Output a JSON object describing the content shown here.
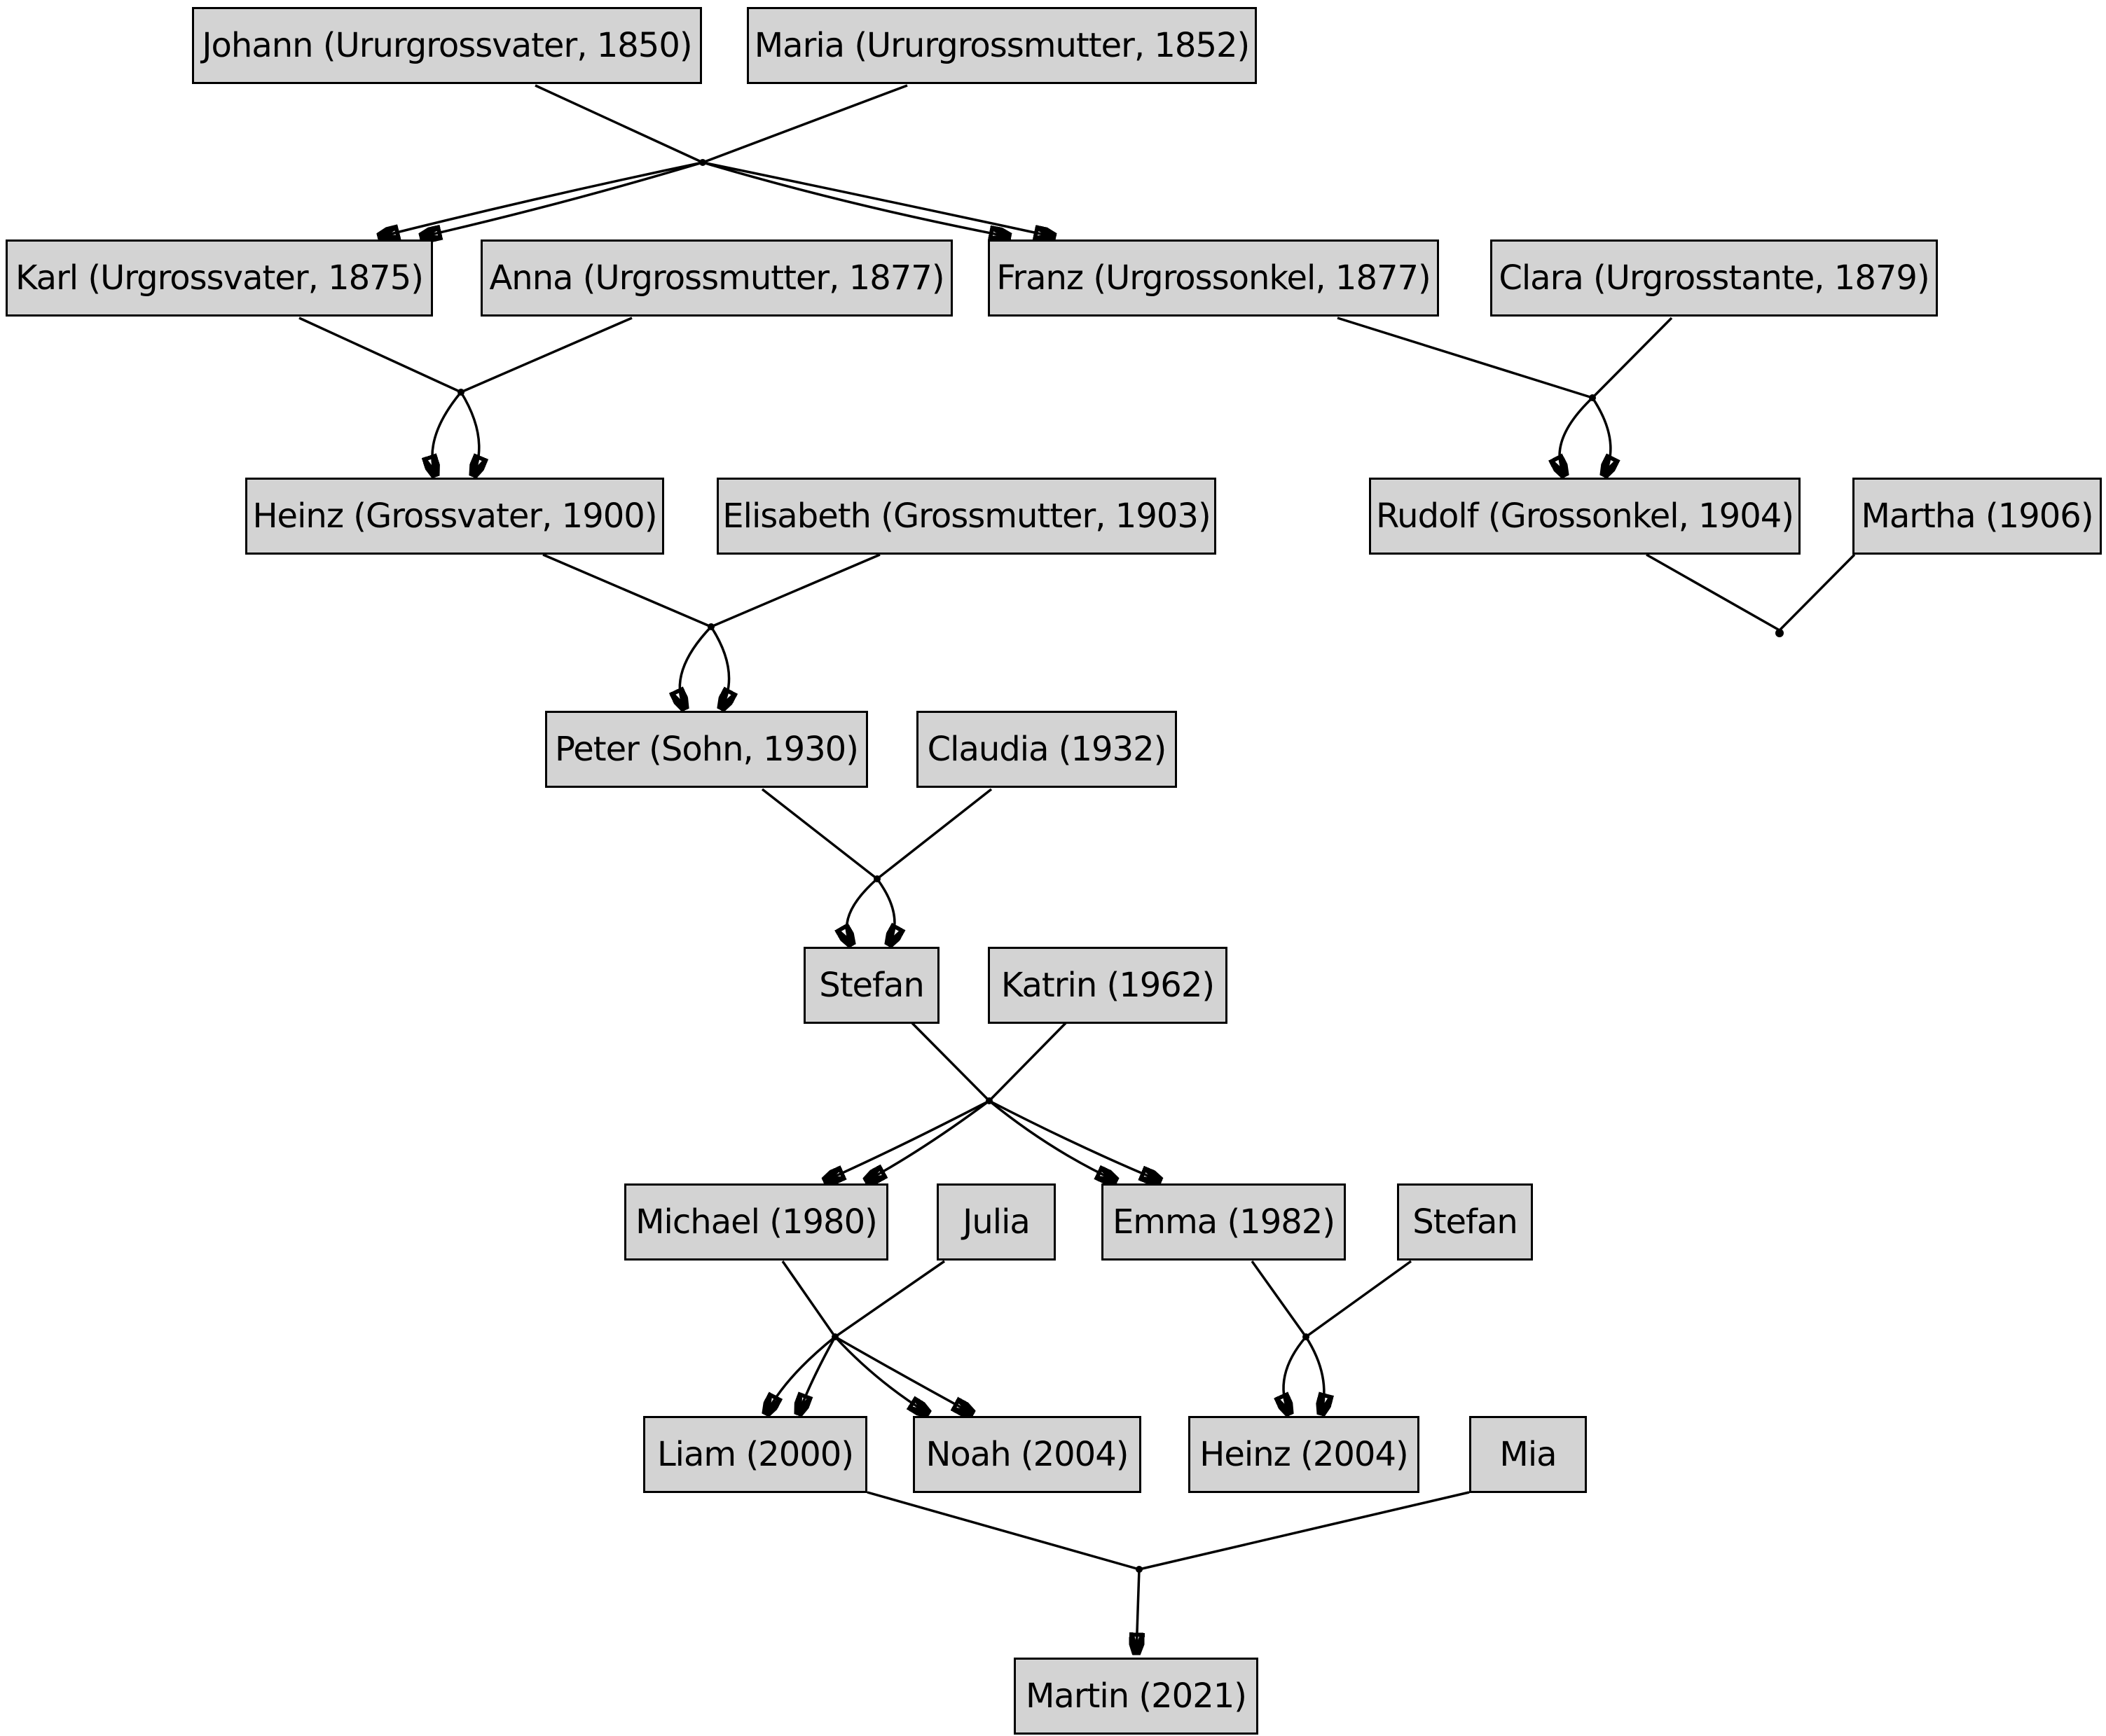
{
  "diagram": {
    "type": "family-tree-graph",
    "colors": {
      "background": "#ffffff",
      "node_fill": "#d3d3d3",
      "node_border": "#000000",
      "edge": "#000000",
      "text": "#000000"
    },
    "nodes": {
      "johann": {
        "label": "Johann (Ururgrossvater, 1850)"
      },
      "maria": {
        "label": "Maria (Ururgrossmutter, 1852)"
      },
      "karl": {
        "label": "Karl (Urgrossvater, 1875)"
      },
      "anna": {
        "label": "Anna (Urgrossmutter, 1877)"
      },
      "franz": {
        "label": "Franz (Urgrossonkel, 1877)"
      },
      "clara": {
        "label": "Clara (Urgrosstante, 1879)"
      },
      "heinz": {
        "label": "Heinz (Grossvater, 1900)"
      },
      "elisabeth": {
        "label": "Elisabeth (Grossmutter, 1903)"
      },
      "rudolf": {
        "label": "Rudolf (Grossonkel, 1904)"
      },
      "martha": {
        "label": "Martha (1906)"
      },
      "peter": {
        "label": "Peter (Sohn, 1930)"
      },
      "claudia": {
        "label": "Claudia (1932)"
      },
      "stefan": {
        "label": "Stefan"
      },
      "katrin": {
        "label": "Katrin (1962)"
      },
      "michael": {
        "label": "Michael (1980)"
      },
      "julia": {
        "label": "Julia"
      },
      "emma": {
        "label": "Emma (1982)"
      },
      "stefan2": {
        "label": "Stefan"
      },
      "liam": {
        "label": "Liam (2000)"
      },
      "noah": {
        "label": "Noah (2004)"
      },
      "heinz2": {
        "label": "Heinz (2004)"
      },
      "mia": {
        "label": "Mia"
      },
      "martin": {
        "label": "Martin (2021)"
      }
    },
    "unions": [
      {
        "parents": [
          "johann",
          "maria"
        ],
        "children": [
          "karl",
          "franz"
        ]
      },
      {
        "parents": [
          "karl",
          "anna"
        ],
        "children": [
          "heinz"
        ]
      },
      {
        "parents": [
          "franz",
          "clara"
        ],
        "children": [
          "rudolf"
        ]
      },
      {
        "parents": [
          "rudolf",
          "martha"
        ],
        "children": []
      },
      {
        "parents": [
          "heinz",
          "elisabeth"
        ],
        "children": [
          "peter"
        ]
      },
      {
        "parents": [
          "peter",
          "claudia"
        ],
        "children": [
          "stefan"
        ]
      },
      {
        "parents": [
          "stefan",
          "katrin"
        ],
        "children": [
          "michael",
          "emma"
        ]
      },
      {
        "parents": [
          "michael",
          "julia"
        ],
        "children": [
          "liam",
          "noah"
        ]
      },
      {
        "parents": [
          "emma",
          "stefan2"
        ],
        "children": [
          "heinz2"
        ]
      },
      {
        "parents": [
          "liam",
          "mia"
        ],
        "children": [
          "martin"
        ]
      }
    ]
  }
}
